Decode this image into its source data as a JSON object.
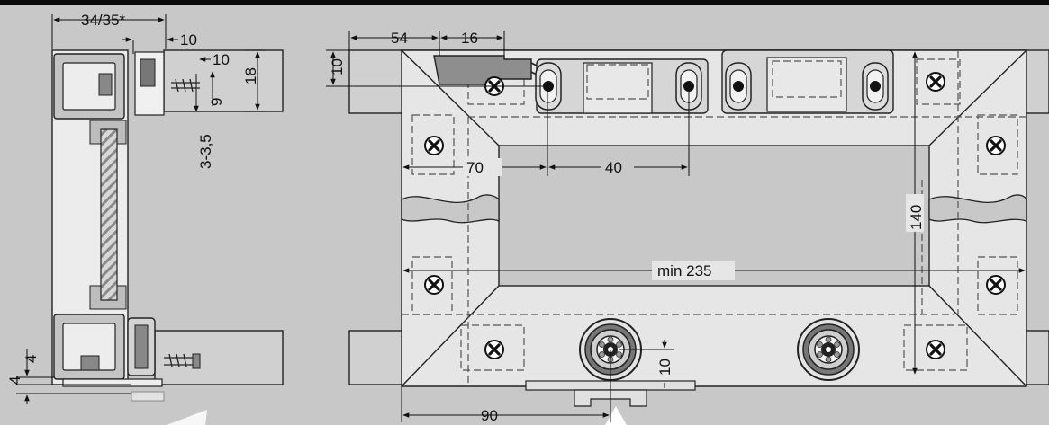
{
  "colors": {
    "background": "#c8c8c8",
    "frame": "#e6e6e6",
    "outline": "#222222",
    "track": "#d0d0d0",
    "fitting": "#b0b0b0",
    "glass": "#9a9a9a",
    "cutout": "#bdbdbd",
    "top_bar": "#0a0a0a"
  },
  "dimensions": {
    "side_width": "34/35*",
    "side_gap": "10",
    "side_offset": "10",
    "side_height": "18",
    "side_hole": "9",
    "side_thickness": "3-3,5",
    "side_bottom_a": "4",
    "side_bottom_b": "4",
    "top_10": "10",
    "top_54": "54",
    "top_16": "16",
    "inner_70": "70",
    "inner_40": "40",
    "height_140": "140",
    "min_width": "min 235",
    "bottom_90": "90",
    "wheel_10": "10"
  },
  "icons": {
    "screw": "screw-cross-icon",
    "roller": "roller-wheel-icon",
    "slot": "slotted-hole-icon"
  }
}
